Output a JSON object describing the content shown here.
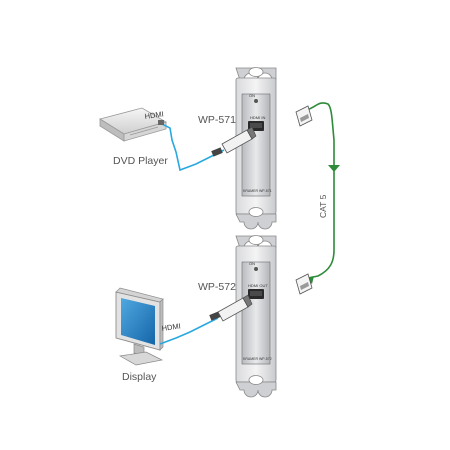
{
  "labels": {
    "wp571": "WP-571",
    "wp572": "WP-572",
    "dvd_player": "DVD Player",
    "display": "Display",
    "hdmi_top": "HDMI",
    "hdmi_bottom": "HDMI",
    "cat5": "CAT 5"
  },
  "wp571": {
    "led_label": "ON",
    "port_label": "HDMI IN",
    "brand": "KRAMER",
    "plate_model": "WP-571"
  },
  "wp572": {
    "led_label": "ON",
    "port_label": "HDMI OUT",
    "brand": "KRAMER",
    "plate_model": "WP-572"
  },
  "colors": {
    "hdmi_cable": "#29a9e0",
    "cat5_cable": "#2e8b3a",
    "label_text": "#555555"
  }
}
